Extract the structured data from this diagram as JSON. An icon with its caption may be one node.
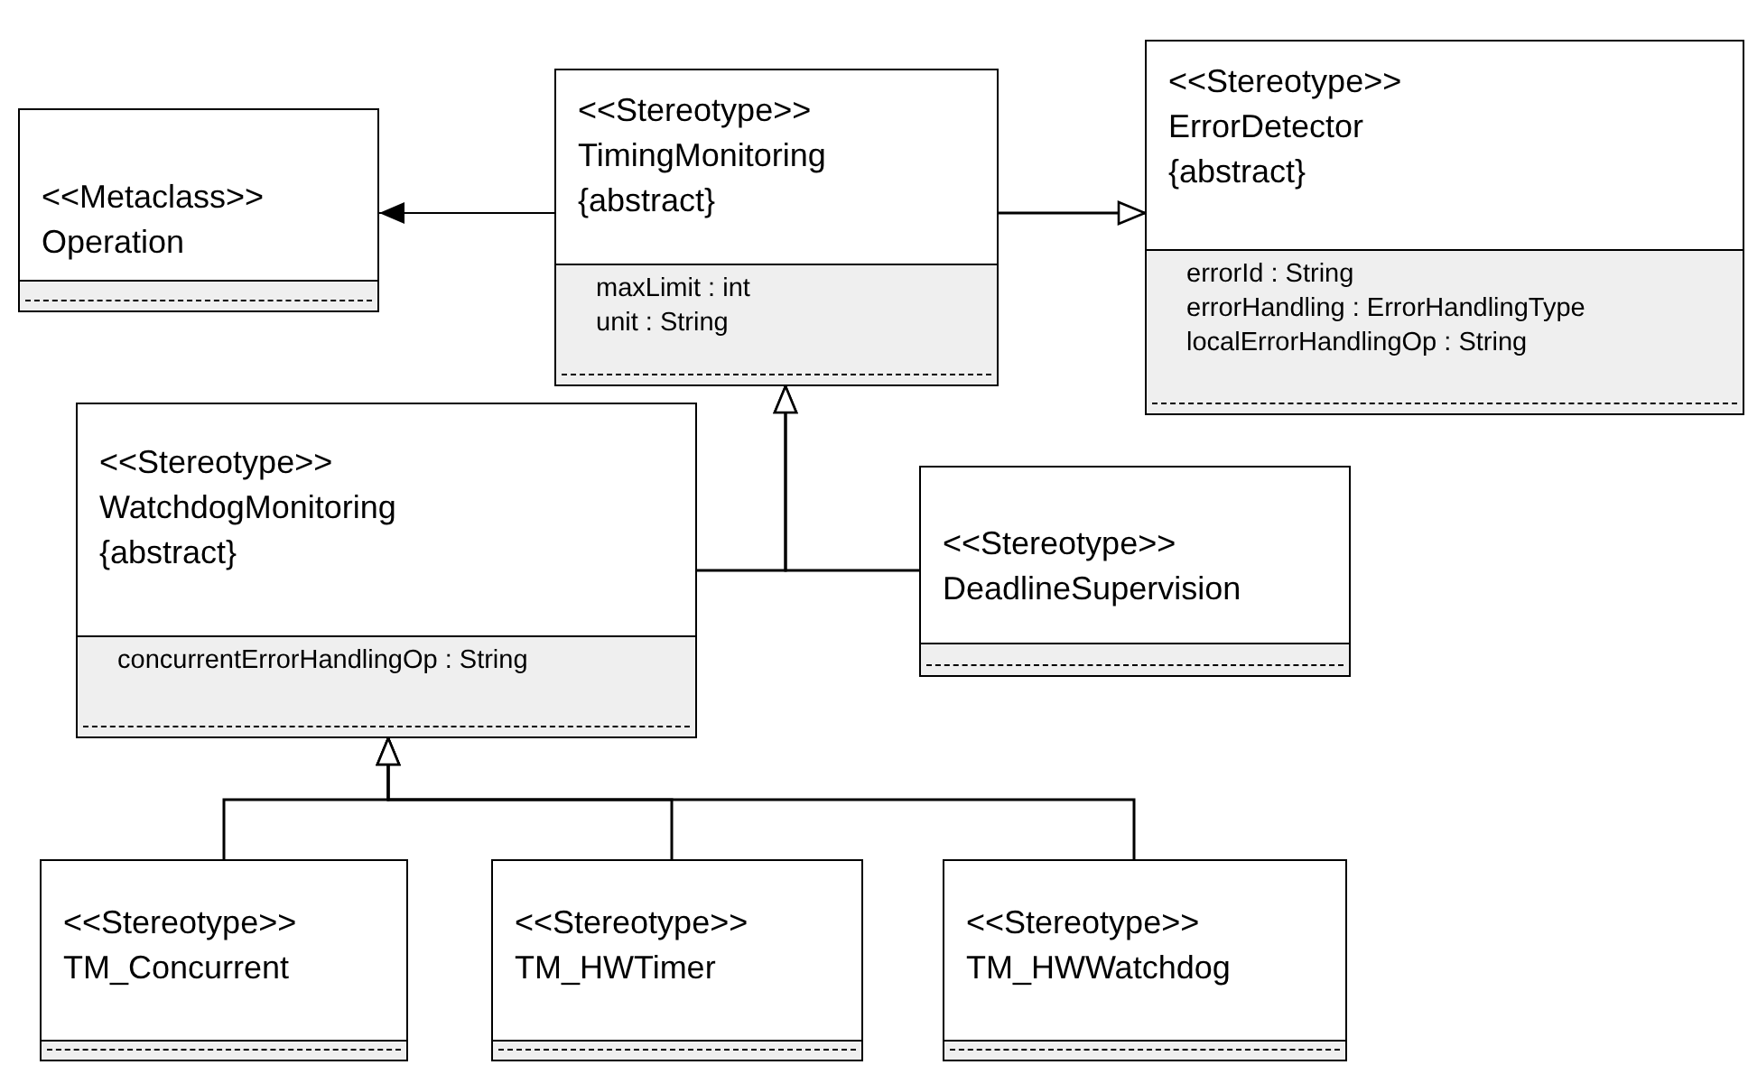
{
  "diagram": {
    "nodes": [
      {
        "text": [
          "<<Metaclass>>",
          "Operation"
        ]
      },
      {
        "text": [
          "<<Stereotype>>",
          "TimingMonitoring",
          "{abstract}",
          "maxLimit : int",
          "unit : String"
        ]
      },
      {
        "text": [
          "<<Stereotype>>",
          "ErrorDetector",
          "{abstract}",
          "errorId : String",
          "errorHandling : ErrorHandlingType",
          "localErrorHandlingOp : String"
        ]
      },
      {
        "text": [
          "<<Stereotype>>",
          "WatchdogMonitoring",
          "{abstract}",
          "concurrentErrorHandlingOp : String"
        ]
      },
      {
        "text": [
          "<<Stereotype>>",
          "DeadlineSupervision"
        ]
      },
      {
        "text": [
          "<<Stereotype>>",
          "TM_Concurrent"
        ]
      },
      {
        "text": [
          "<<Stereotype>>",
          "TM_HWTimer"
        ]
      },
      {
        "text": [
          "<<Stereotype>>",
          "TM_HWWatchdog"
        ]
      }
    ],
    "edges": [
      {
        "from": 1,
        "to": 0,
        "arrow": "to"
      },
      {
        "from": 1,
        "to": 2,
        "arrow": "to"
      },
      {
        "from": 3,
        "to": 1,
        "arrow": "to"
      },
      {
        "from": 4,
        "to": 1,
        "arrow": "to"
      },
      {
        "from": 5,
        "to": 3,
        "arrow": "to"
      },
      {
        "from": 6,
        "to": 3,
        "arrow": "to"
      },
      {
        "from": 7,
        "to": 3,
        "arrow": "to"
      }
    ]
  }
}
